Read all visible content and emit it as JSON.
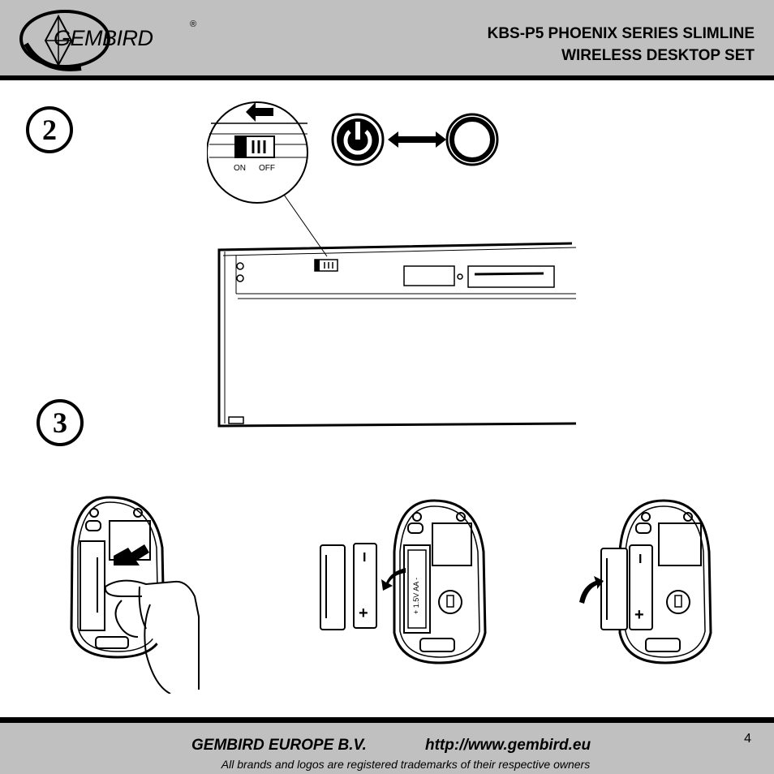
{
  "header": {
    "logo_text": "GEMBIRD",
    "logo_mark": "®",
    "title_line1": "KBS-P5 PHOENIX SERIES SLIMLINE",
    "title_line2": "WIRELESS DESKTOP SET"
  },
  "steps": [
    {
      "number": "2",
      "figure": "keyboard-power-switch"
    },
    {
      "number": "3",
      "figure": "mouse-battery-install"
    }
  ],
  "switch_labels": {
    "on": "ON",
    "off": "OFF"
  },
  "battery_label": "+ 1.5V AA -",
  "battery_plus": "+",
  "battery_minus": "I",
  "footer": {
    "company": "GEMBIRD EUROPE B.V.",
    "url": "http://www.gembird.eu",
    "trademark": "All brands and logos are registered trademarks of their respective owners",
    "page_number": "4"
  }
}
